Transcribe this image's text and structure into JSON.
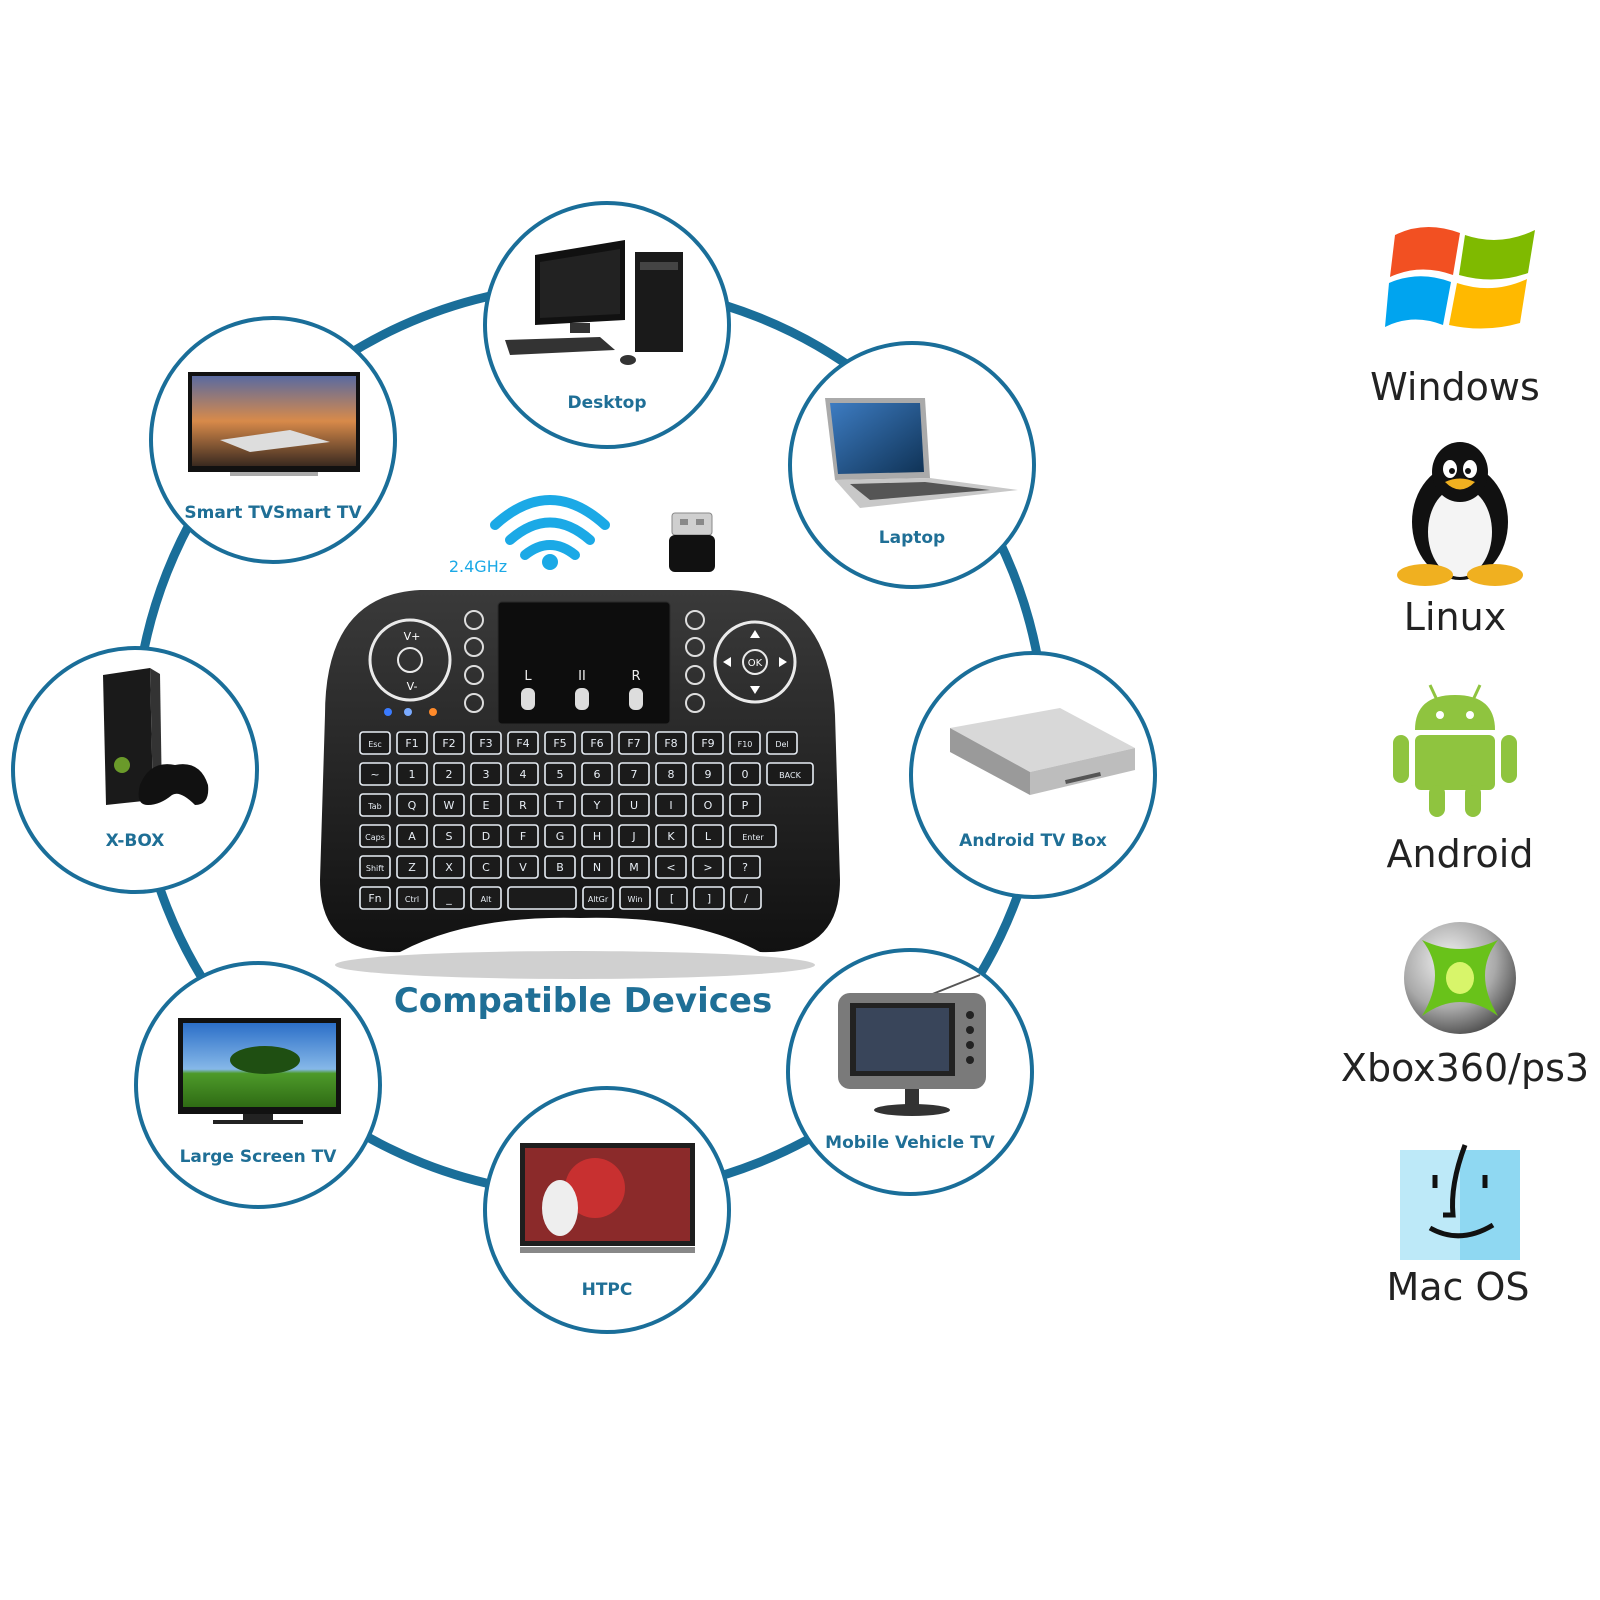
{
  "wireless": {
    "frequency_label": "2.4GHz"
  },
  "main_title": "Compatible Devices",
  "devices": [
    {
      "id": "desktop",
      "label": "Desktop"
    },
    {
      "id": "laptop",
      "label": "Laptop"
    },
    {
      "id": "android-tv-box",
      "label": "Android TV Box"
    },
    {
      "id": "mobile-vehicle-tv",
      "label": "Mobile Vehicle TV"
    },
    {
      "id": "htpc",
      "label": "HTPC"
    },
    {
      "id": "large-screen-tv",
      "label": "Large Screen TV"
    },
    {
      "id": "xbox",
      "label": "X-BOX"
    },
    {
      "id": "smart-tv",
      "label": "Smart TVSmart TV"
    }
  ],
  "operating_systems": [
    {
      "id": "windows",
      "label": "Windows",
      "icon": "windows-logo-icon"
    },
    {
      "id": "linux",
      "label": "Linux",
      "icon": "linux-penguin-icon"
    },
    {
      "id": "android",
      "label": "Android",
      "icon": "android-robot-icon"
    },
    {
      "id": "xbox360-ps3",
      "label": "Xbox360/ps3",
      "icon": "xbox-logo-icon"
    },
    {
      "id": "mac-os",
      "label": "Mac OS",
      "icon": "mac-finder-icon"
    }
  ],
  "keyboard": {
    "touchpad_buttons": [
      "L",
      "II",
      "R"
    ],
    "dpad_center": "OK",
    "volume_up": "V+",
    "volume_down": "V-",
    "rows": [
      [
        "Esc",
        "F1",
        "F2",
        "F3",
        "F4",
        "F5",
        "F6",
        "F7",
        "F8",
        "F9",
        "F10",
        "Del"
      ],
      [
        "~",
        "1",
        "2",
        "3",
        "4",
        "5",
        "6",
        "7",
        "8",
        "9",
        "0",
        "BACK"
      ],
      [
        "Tab",
        "Q",
        "W",
        "E",
        "R",
        "T",
        "Y",
        "U",
        "I",
        "O",
        "P"
      ],
      [
        "Caps",
        "A",
        "S",
        "D",
        "F",
        "G",
        "H",
        "J",
        "K",
        "L",
        "Enter"
      ],
      [
        "Shift",
        "Z",
        "X",
        "C",
        "V",
        "B",
        "N",
        "M",
        "<",
        ">",
        "?"
      ],
      [
        "Fn",
        "Ctrl",
        "_",
        "Alt",
        "",
        "AltGr",
        "Win",
        "[",
        "]",
        "/"
      ]
    ]
  },
  "colors": {
    "accent": "#1a6e99",
    "label": "#1f6f96",
    "wifi": "#1ba9e6"
  }
}
